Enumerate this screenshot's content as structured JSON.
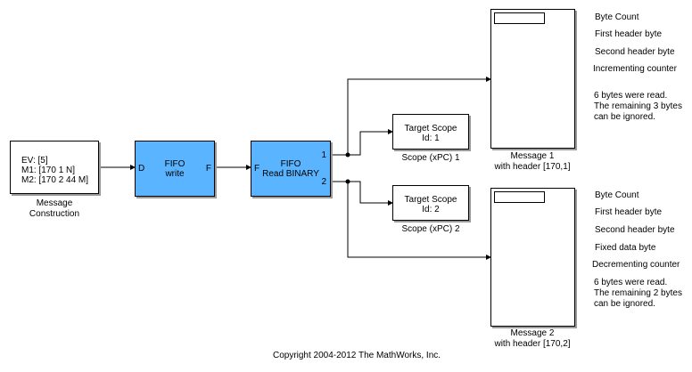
{
  "message_construction": {
    "lines": [
      "EV: [5]",
      "M1: [170 1 N]",
      "M2: [170 2 44 M]"
    ],
    "label": [
      "Message",
      "Construction"
    ]
  },
  "fifo_write": {
    "title": [
      "FIFO",
      "write"
    ],
    "in_port": "D",
    "out_port": "F"
  },
  "fifo_read": {
    "title": [
      "FIFO",
      "Read BINARY"
    ],
    "in_port": "F",
    "out_ports": [
      "1",
      "2"
    ]
  },
  "scope1": {
    "title": [
      "Target Scope",
      "Id: 1"
    ],
    "label": "Scope (xPC) 1"
  },
  "scope2": {
    "title": [
      "Target Scope",
      "Id: 2"
    ],
    "label": "Scope (xPC) 2"
  },
  "message1": {
    "label": [
      "Message 1",
      "with header [170,1]"
    ],
    "annotations": [
      "Byte Count",
      "First header byte",
      "Second header byte",
      "Incrementing counter"
    ],
    "note": [
      "6 bytes were read.",
      "The remaining 3 bytes",
      "can be ignored."
    ]
  },
  "message2": {
    "label": [
      "Message 2",
      "with header [170,2]"
    ],
    "annotations": [
      "Byte Count",
      "First header byte",
      "Second header byte",
      "Fixed data byte",
      "Decrementing counter"
    ],
    "note": [
      "6 bytes were read.",
      "The remaining 2 bytes",
      "can be ignored."
    ]
  },
  "copyright": "Copyright 2004-2012 The MathWorks, Inc.",
  "colors": {
    "block_fill": "#5ab4ff",
    "shadow": "#9a9a9a",
    "line": "#000000"
  }
}
